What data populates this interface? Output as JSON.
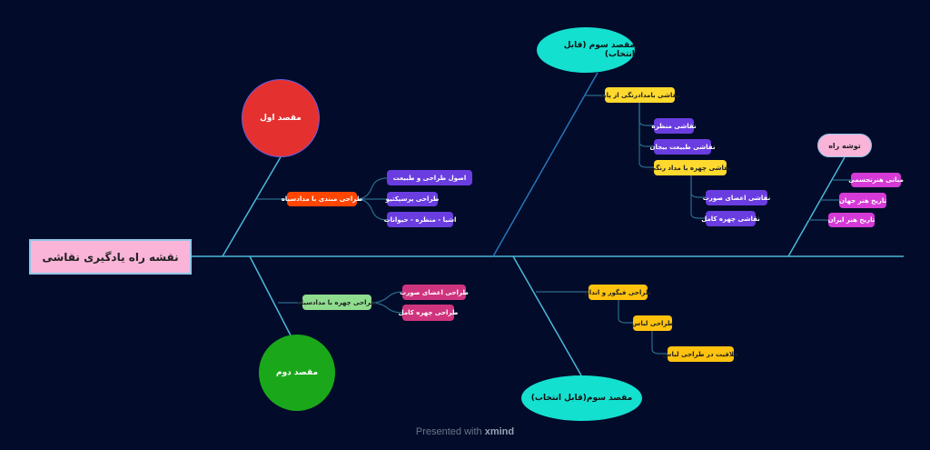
{
  "central": "نقشه راه یادگیری نقاشی",
  "goal1": {
    "title": "مقصد اول",
    "branch": "طراحی مبتدی با مدادسیاه",
    "children": [
      "اصول طراحی و طبیعت",
      "طراحی پرسپکتیو",
      "اشیا - منظره - حیوانات"
    ]
  },
  "goal2": {
    "title": "مقصد دوم",
    "branch": "طراحی چهره با مدادسیاه",
    "children": [
      "طراحی اعضای صورت",
      "طراحی چهره کامل"
    ]
  },
  "goal3_top": {
    "title": "مقصد سوم (قابل انتخاب)",
    "branch": "نقاشی بامدادرنگی از پایه",
    "children": [
      "نقاشی منظره",
      "نقاشی طبیعت بیجان",
      "نقاشی چهره با مداد رنگی"
    ],
    "grandchildren": [
      "نقاشی اعضای صورت",
      "نقاشی چهره کامل"
    ]
  },
  "goal3_bottom": {
    "title": "مقصد سوم(قابل انتخاب)",
    "branch": "طراحی فیگور و اندام",
    "child": "طراحی لباس",
    "grandchild": "خلاقیت در طراحی لباس"
  },
  "provisions": {
    "title": "توشه راه",
    "children": [
      "مبانی هنرتجسمی",
      "تاریخ هنر جهان",
      "تاریخ هنر ایران"
    ]
  },
  "footer": {
    "prefix": "Presented with",
    "brand": "xmind"
  }
}
